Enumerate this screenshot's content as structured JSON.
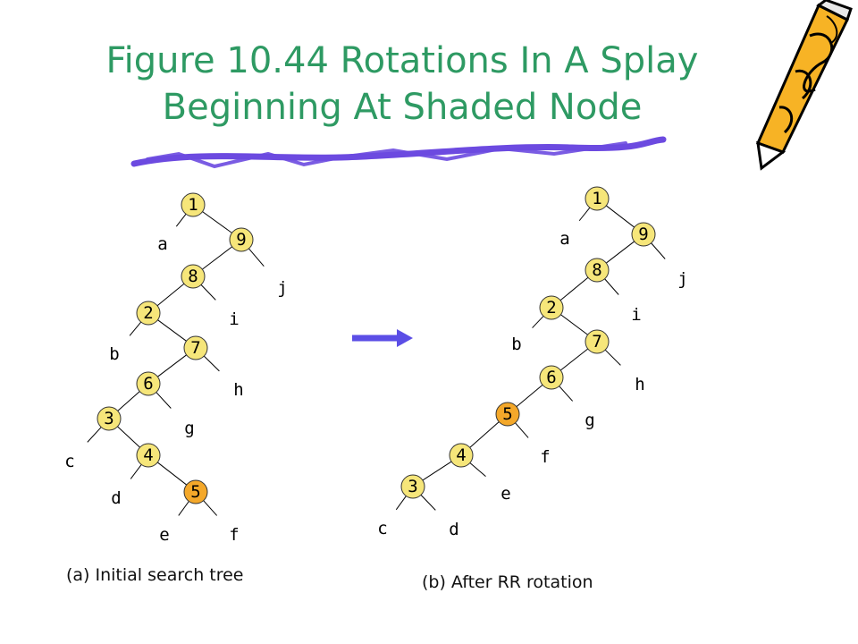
{
  "title": {
    "line1": "Figure 10.44 Rotations In A Splay",
    "line2": "Beginning At Shaded Node"
  },
  "colors": {
    "title": "#2e9a63",
    "node_fill": "#f6e67a",
    "shaded_fill": "#f4a82a",
    "swoosh": "#6c4ae0",
    "arrow": "#5b4ee6",
    "pencil_body": "#f7b325"
  },
  "decorations": {
    "pencil": "pencil-icon",
    "swoosh": "swoosh-underline",
    "arrow": "right-arrow-icon"
  },
  "trees": [
    {
      "id": "initial",
      "caption": "(a) Initial search tree",
      "shaded": "5",
      "edges": [
        [
          "1",
          "a"
        ],
        [
          "1",
          "9"
        ],
        [
          "9",
          "8"
        ],
        [
          "9",
          "j"
        ],
        [
          "8",
          "2"
        ],
        [
          "8",
          "i"
        ],
        [
          "2",
          "b"
        ],
        [
          "2",
          "7"
        ],
        [
          "7",
          "6"
        ],
        [
          "7",
          "h"
        ],
        [
          "6",
          "3"
        ],
        [
          "6",
          "g"
        ],
        [
          "3",
          "c"
        ],
        [
          "3",
          "4"
        ],
        [
          "4",
          "d"
        ],
        [
          "4",
          "5"
        ],
        [
          "5",
          "e"
        ],
        [
          "5",
          "f"
        ]
      ]
    },
    {
      "id": "after-rr",
      "caption": "(b) After RR rotation",
      "shaded": "5",
      "edges": [
        [
          "1",
          "a"
        ],
        [
          "1",
          "9"
        ],
        [
          "9",
          "8"
        ],
        [
          "9",
          "j"
        ],
        [
          "8",
          "2"
        ],
        [
          "8",
          "i"
        ],
        [
          "2",
          "b"
        ],
        [
          "2",
          "7"
        ],
        [
          "7",
          "6"
        ],
        [
          "7",
          "h"
        ],
        [
          "6",
          "5"
        ],
        [
          "6",
          "g"
        ],
        [
          "5",
          "4"
        ],
        [
          "5",
          "f"
        ],
        [
          "4",
          "3"
        ],
        [
          "4",
          "e"
        ],
        [
          "3",
          "c"
        ],
        [
          "3",
          "d"
        ]
      ]
    }
  ]
}
